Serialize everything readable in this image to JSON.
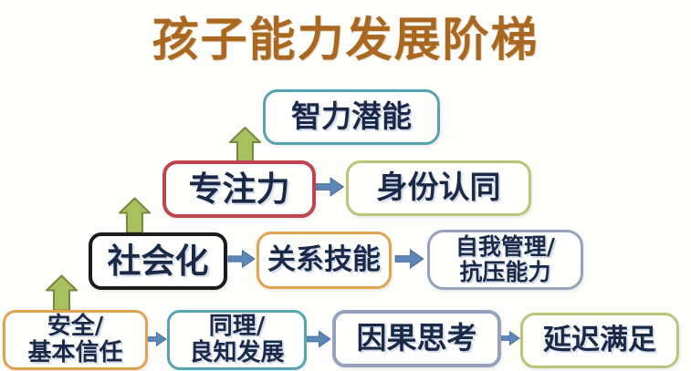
{
  "title": {
    "text": "孩子能力发展阶梯"
  },
  "colors": {
    "title_text": "#a9671f",
    "box_text": "#1b2949",
    "teal_border": "#56a4ae",
    "red_border": "#c0444e",
    "olive_border": "#bcc478",
    "black_border": "#1c1c1c",
    "orange_border": "#e2a250",
    "slate_border": "#96a1bd",
    "up_arrow_fill": "#a9c05e",
    "up_arrow_stroke": "#76883b",
    "right_arrow_fill": "#5d87b8"
  },
  "ladder": {
    "level4": {
      "potential": "智力潜能"
    },
    "level3": {
      "focus": "专注力",
      "identity": "身份认同"
    },
    "level2": {
      "socialization": "社会化",
      "relationship_skills": "关系技能",
      "self_management": "自我管理/\n抗压能力"
    },
    "level1": {
      "safety": "安全/\n基本信任",
      "empathy": "同理/\n良知发展",
      "causal_thinking": "因果思考",
      "delayed_gratification": "延迟满足"
    }
  }
}
